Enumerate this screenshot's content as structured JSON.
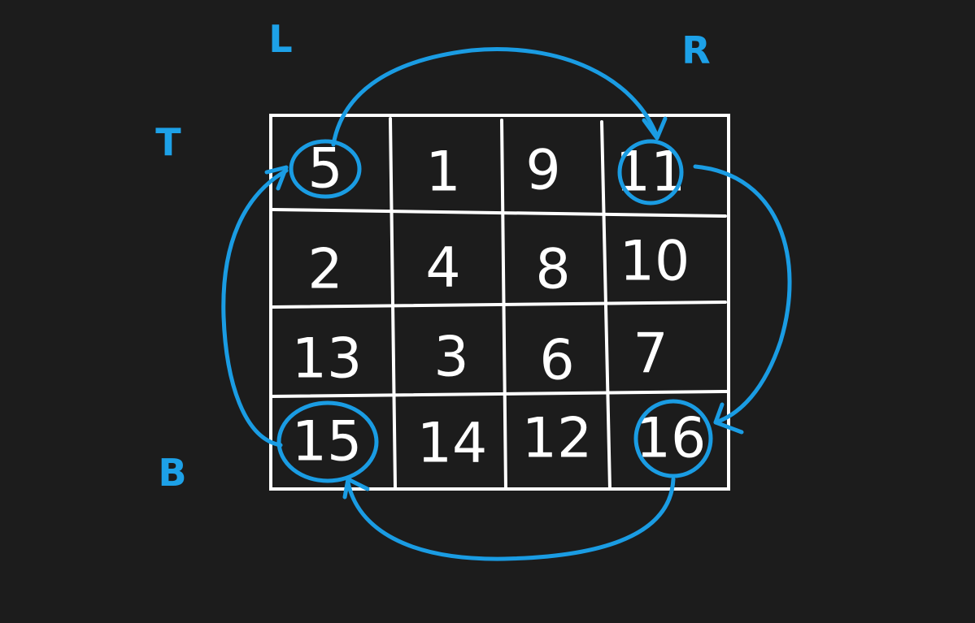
{
  "labels": {
    "left": "L",
    "right": "R",
    "top": "T",
    "bottom": "B"
  },
  "matrix": {
    "rows": [
      [
        "5",
        "1",
        "9",
        "11"
      ],
      [
        "2",
        "4",
        "8",
        "10"
      ],
      [
        "13",
        "3",
        "6",
        "7"
      ],
      [
        "15",
        "14",
        "12",
        "16"
      ]
    ]
  },
  "colors": {
    "background": "#1c1c1c",
    "grid": "#ffffff",
    "accent": "#1a9ce3"
  }
}
